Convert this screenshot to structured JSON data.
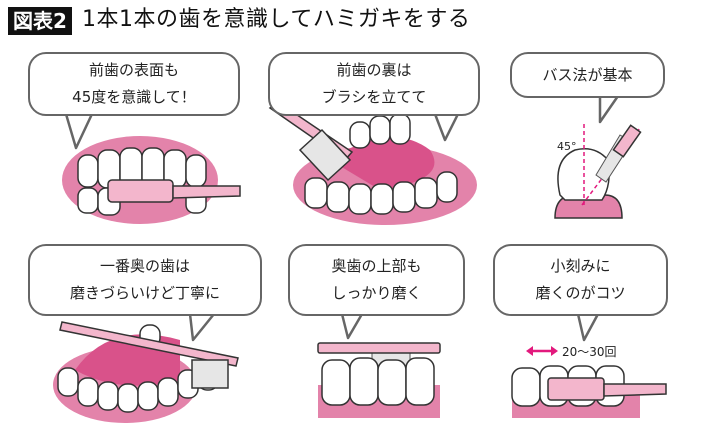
{
  "header": {
    "label": "図表2",
    "title": "1本1本の歯を意識してハミガキをする"
  },
  "panels": [
    {
      "lines": [
        "前歯の表面も",
        "45度を意識して！"
      ]
    },
    {
      "lines": [
        "前歯の裏は",
        "ブラシを立てて"
      ]
    },
    {
      "lines": [
        "バス法が基本"
      ],
      "angle_label": "45°"
    },
    {
      "lines": [
        "一番奥の歯は",
        "磨きづらいけど丁寧に"
      ]
    },
    {
      "lines": [
        "奥歯の上部も",
        "しっかり磨く"
      ]
    },
    {
      "lines": [
        "小刻みに",
        "磨くのがコツ"
      ],
      "count_label": "20〜30回"
    }
  ],
  "colors": {
    "gum": "#e383aa",
    "gum_dark": "#d9528a",
    "brush": "#f3b6cc",
    "accent": "#e2197d",
    "outline": "#666666"
  }
}
